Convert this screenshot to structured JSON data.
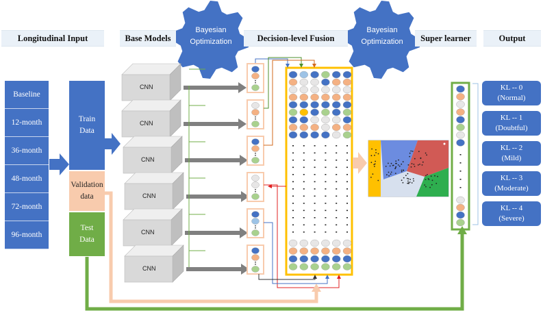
{
  "headers": {
    "longitudinal_input": "Longitudinal Input",
    "base_models": "Base Models",
    "decision_fusion": "Decision-level Fusion",
    "super_learner": "Super learner",
    "output": "Output"
  },
  "optimizer": {
    "line1": "Bayesian",
    "line2": "Optimization"
  },
  "timeline": [
    "Baseline",
    "12-month",
    "36-month",
    "48-month",
    "72-month",
    "96-month"
  ],
  "splits": {
    "train": [
      "Train",
      "Data"
    ],
    "validation": [
      "Validation",
      "data"
    ],
    "test": [
      "Test",
      "Data"
    ]
  },
  "cnn_label": "CNN",
  "outputs": [
    {
      "grade": "KL -- 0",
      "desc": "(Normal)"
    },
    {
      "grade": "KL -- 1",
      "desc": "(Doubtful)"
    },
    {
      "grade": "KL -- 2",
      "desc": "(Mild)"
    },
    {
      "grade": "KL -- 3",
      "desc": "(Moderate)"
    },
    {
      "grade": "KL -- 4",
      "desc": "(Severe)"
    }
  ],
  "colors": {
    "blue": "#4472c4",
    "light_blue": "#9dc3e6",
    "orange": "#f4b183",
    "light_gray": "#e7e6e6",
    "green": "#a9d18e",
    "yellow": "#ffc000",
    "dark_green": "#70ad47",
    "cnn_gray": "#d9d9d9",
    "arrow_gray": "#808080"
  }
}
